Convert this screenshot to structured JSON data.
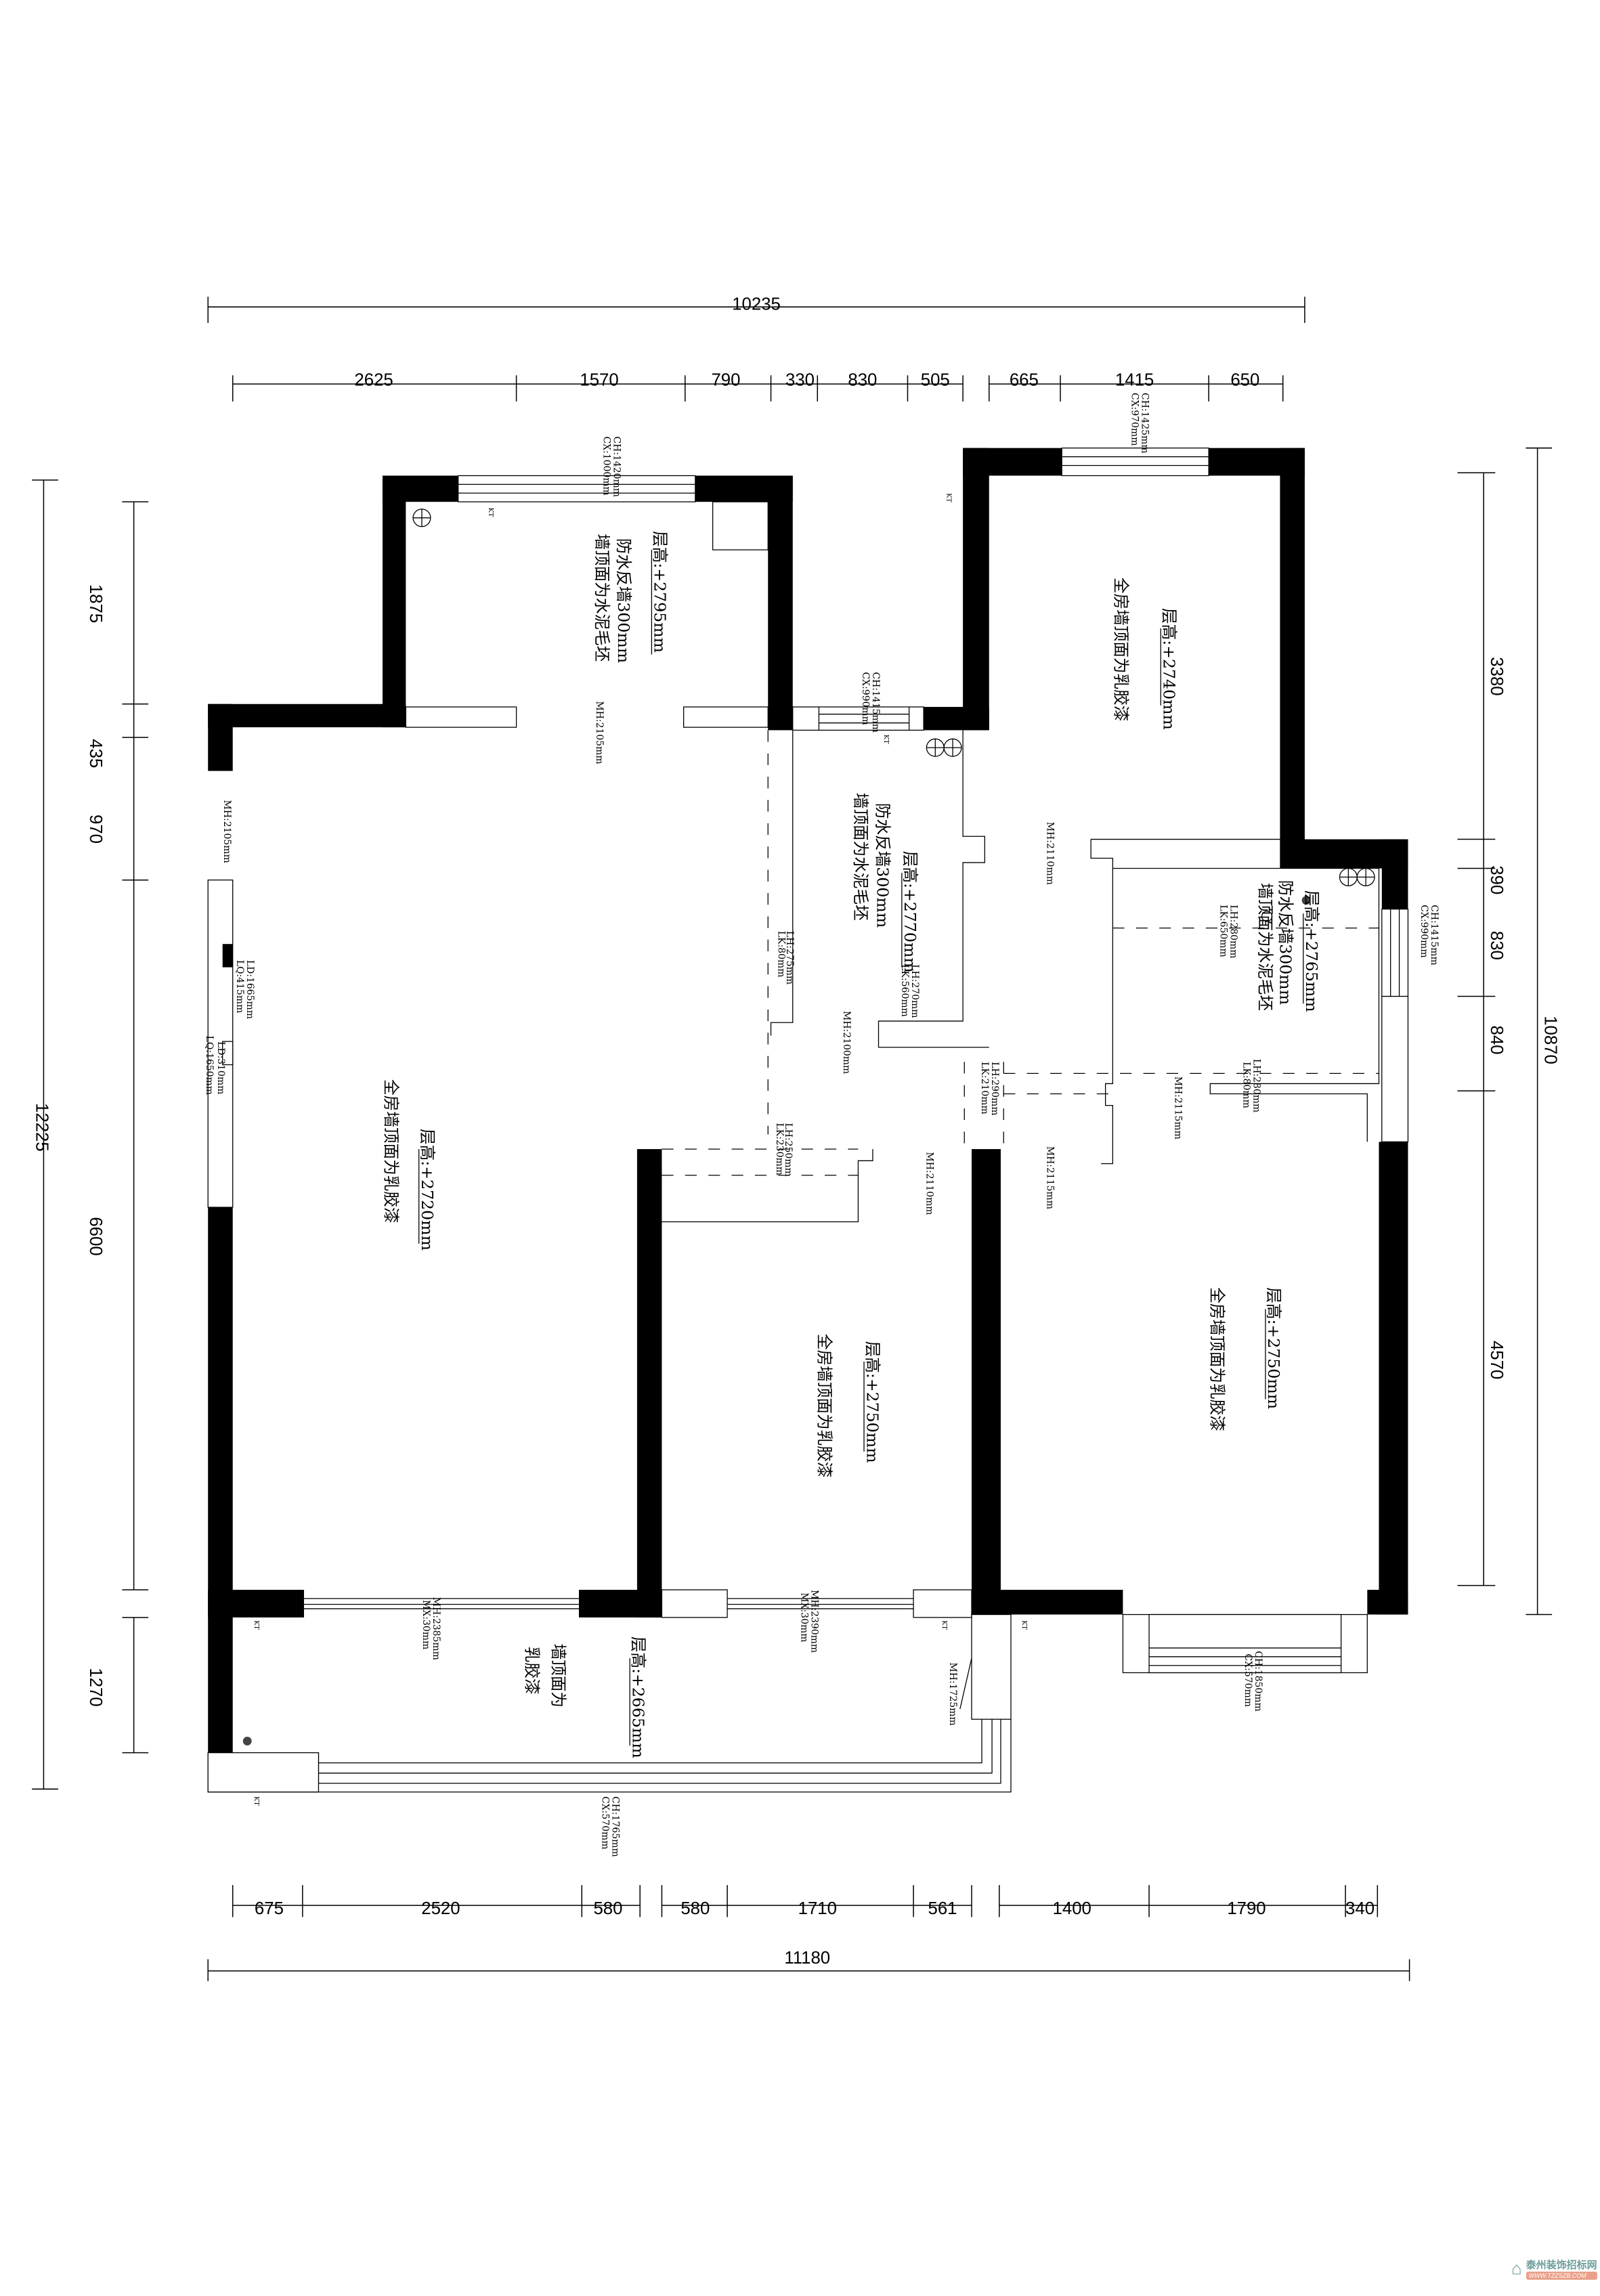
{
  "dimensions": {
    "top_total": "10235",
    "top_segments": [
      "2625",
      "1570",
      "790",
      "330",
      "830",
      "505",
      "665",
      "1415",
      "650"
    ],
    "left_total": "12225",
    "left_segments": [
      "1875",
      "435",
      "970",
      "6600",
      "1270"
    ],
    "right_total": "10870",
    "right_segments": [
      "3380",
      "390",
      "830",
      "840",
      "4570"
    ],
    "bottom_total": "11180",
    "bottom_segments": [
      "675",
      "2520",
      "580",
      "580",
      "1710",
      "561",
      "1400",
      "1790",
      "340"
    ]
  },
  "rooms": {
    "top_left": {
      "height": "层高:+2795mm",
      "waterproof": "防水反墙300mm",
      "finish": "墙顶面为水泥毛坯",
      "window_ch": "CH:1420mm",
      "window_cx": "CX:1000mm",
      "door_mh": "MH:2105mm"
    },
    "living": {
      "height": "层高:+2720mm",
      "finish": "全房墙顶面为乳胶漆",
      "door_mh": "MH:2105mm",
      "ld1": "LD:1665mm",
      "lq1": "LQ:415mm",
      "ld2": "LD:310mm",
      "lq2": "LQ:1650mm"
    },
    "kitchen": {
      "height": "层高:+2770mm",
      "waterproof": "防水反墙300mm",
      "finish": "墙顶面为水泥毛坯",
      "window_ch": "CH:1415mm",
      "window_cx": "CX:990mm",
      "lh1": "LH:275mm",
      "lk1": "LK:80mm",
      "lh2": "LH:270mm",
      "lk2": "LK:560mm",
      "door_mh": "MH:2100mm"
    },
    "corridor": {
      "mh1": "MH:2110mm",
      "mh2": "MH:2110mm",
      "lh1": "LH:250mm",
      "lk1": "LK:230mm",
      "lh2": "LH:290mm",
      "lk2": "LK:210mm",
      "mh3": "MH:2115mm",
      "mh4": "MH:2115mm"
    },
    "bedroom_top_right": {
      "height": "层高:+2740mm",
      "finish": "全房墙顶面为乳胶漆",
      "window_ch": "CH:1425mm",
      "window_cx": "CX:970mm"
    },
    "bathroom": {
      "height": "层高:+2765mm",
      "waterproof": "防水反墙300mm",
      "finish": "墙顶面为水泥毛坯",
      "lh1": "LH:280mm",
      "lk1": "LK:650mm",
      "lh2": "LH:280mm",
      "lk2": "LK:80mm",
      "window_ch": "CH:1415mm",
      "window_cx": "CX:990mm"
    },
    "bedroom_middle": {
      "height": "层高:+2750mm",
      "finish": "全房墙顶面为乳胶漆"
    },
    "bedroom_bottom_right": {
      "height": "层高:+2750mm",
      "finish": "全房墙顶面为乳胶漆",
      "window_ch": "CH:1850mm",
      "window_cx": "CX:570mm"
    },
    "balcony": {
      "height": "层高:+2665mm",
      "finish_1": "墙顶面为",
      "finish_2": "乳胶漆",
      "door1_mh": "MH:2385mm",
      "door1_mx": "MX:30mm",
      "door2_mh": "MH:2390mm",
      "door2_mx": "MX:30mm",
      "side_mh": "MH:1725mm",
      "window_ch": "CH:1765mm",
      "window_cx": "CX:570mm"
    }
  },
  "kt_label": "KT",
  "watermark": {
    "name": "泰州装饰招标网",
    "url": "WWW.TZZSZB.COM"
  }
}
